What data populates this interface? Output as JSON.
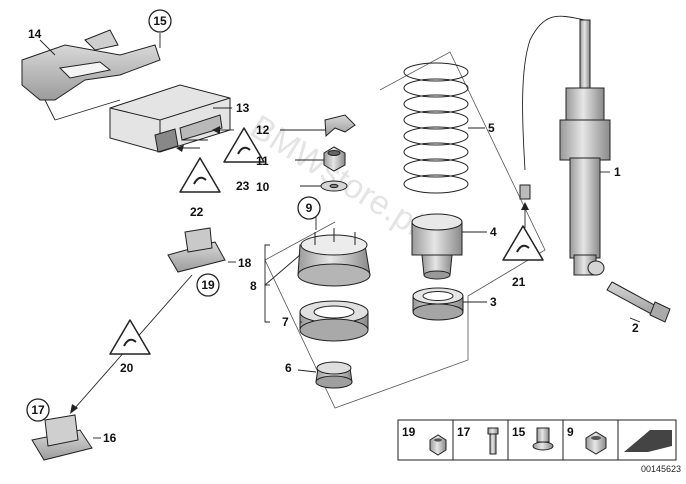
{
  "watermark": "BMWstore.pl",
  "image_code": "00145623",
  "callouts": {
    "c1": "1",
    "c2": "2",
    "c3": "3",
    "c4": "4",
    "c5": "5",
    "c6": "6",
    "c7": "7",
    "c8": "8",
    "c9": "9",
    "c10": "10",
    "c11": "11",
    "c12": "12",
    "c13": "13",
    "c14": "14",
    "c15": "15",
    "c16": "16",
    "c17": "17",
    "c18": "18",
    "c19": "19",
    "c20": "20",
    "c21": "21",
    "c22": "22",
    "c23": "23"
  },
  "legend": {
    "items": [
      {
        "label": "19",
        "icon": "hex-nut-icon"
      },
      {
        "label": "17",
        "icon": "bolt-icon"
      },
      {
        "label": "15",
        "icon": "flange-nut-icon"
      },
      {
        "label": "9",
        "icon": "collar-nut-icon"
      }
    ],
    "arrow_icon": "direction-arrow-icon"
  }
}
